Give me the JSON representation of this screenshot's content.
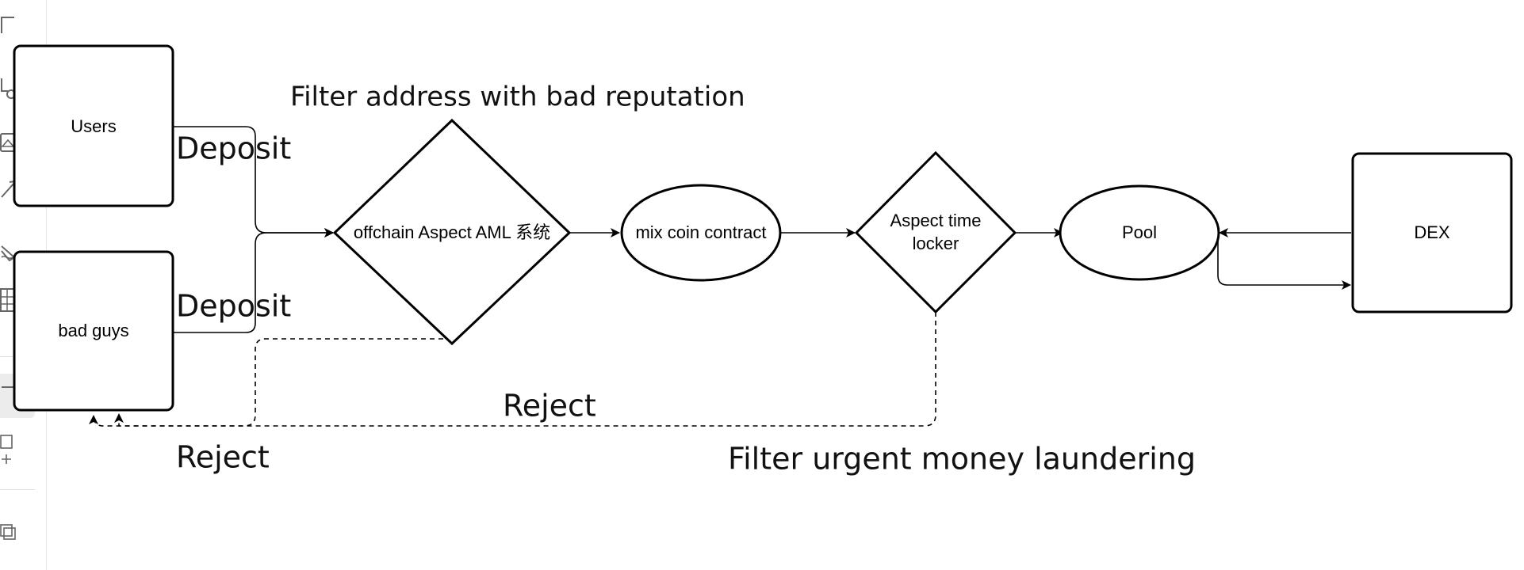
{
  "toolbar": {
    "tools": [
      {
        "name": "text-tool-icon"
      },
      {
        "name": "shapes-tool-icon"
      },
      {
        "name": "image-tool-icon"
      },
      {
        "name": "connector-tool-icon"
      },
      {
        "name": "pen-tool-icon"
      },
      {
        "name": "table-tool-icon"
      },
      {
        "name": "frame-tool-icon",
        "active": true
      },
      {
        "name": "add-shape-icon"
      },
      {
        "name": "layers-icon"
      }
    ]
  },
  "nodes": {
    "users": "Users",
    "bad_guys": "bad guys",
    "aml": "offchain Aspect AML 系统",
    "mix": "mix coin contract",
    "time_locker_line1": "Aspect time",
    "time_locker_line2": "locker",
    "pool": "Pool",
    "dex": "DEX"
  },
  "edge_labels": {
    "deposit_users": "Deposit",
    "deposit_bad": "Deposit",
    "reject_aml": "Reject",
    "reject_time": "Reject",
    "filter_reputation": "Filter address with bad  reputation",
    "filter_urgent": "Filter urgent money laundering"
  }
}
